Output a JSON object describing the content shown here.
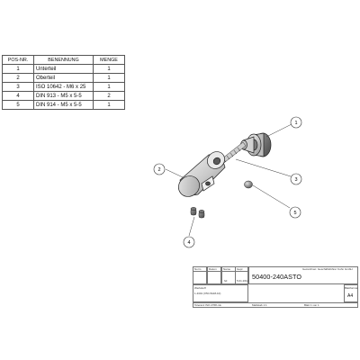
{
  "bom": {
    "headers": {
      "pos": "POS-NR.",
      "name": "BENENNUNG",
      "qty": "MENGE"
    },
    "rows": [
      {
        "pos": "1",
        "name": "Unterteil",
        "qty": "1"
      },
      {
        "pos": "2",
        "name": "Oberteil",
        "qty": "1"
      },
      {
        "pos": "3",
        "name": "ISO 10642 - M6 x 25",
        "qty": "1"
      },
      {
        "pos": "4",
        "name": "DIN 913 - M5 x 5-5",
        "qty": "2"
      },
      {
        "pos": "5",
        "name": "DIN 914 - M5 x 5-5",
        "qty": "1"
      }
    ]
  },
  "balloons": [
    {
      "label": "1"
    },
    {
      "label": "2"
    },
    {
      "label": "3"
    },
    {
      "label": "4"
    },
    {
      "label": "5"
    }
  ],
  "title_block": {
    "headers": [
      "Datum",
      "Name",
      "Gepr.",
      "Norm"
    ],
    "date": "5.01.2014",
    "name": "hd",
    "drawing_no": "50400-240ASTO",
    "note": "Gezeichnet: Geschäftsführer Kuhn GmbH",
    "material_label": "Werkstoff",
    "material": "1.4301 (X5CrNi18-10)",
    "scale": "Maßstab 1:1",
    "sheet": "Blatt 1 von 1",
    "format_label": "Blattformat",
    "format": "A4",
    "footer": "Toleranz ISO 2768-mk"
  },
  "colors": {
    "line": "#222222",
    "metal": "#b9b9b9",
    "frame": "#999999"
  }
}
